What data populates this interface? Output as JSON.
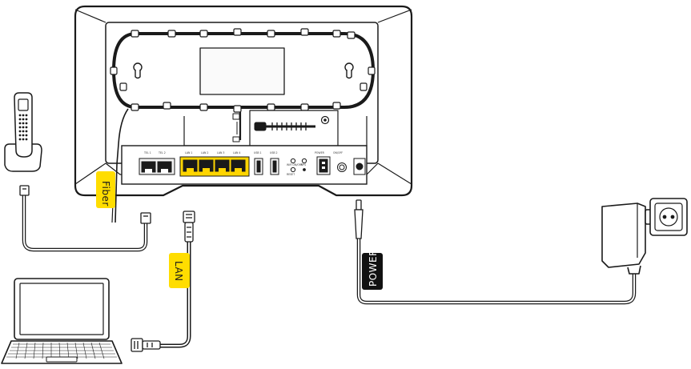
{
  "labels": {
    "fiber": "Fiber",
    "lan": "LAN",
    "power": "POWER"
  },
  "ports": {
    "tel1": "TEL 1",
    "tel2": "TEL 2",
    "lan1": "LAN 1",
    "lan2": "LAN 2",
    "lan3": "LAN 3",
    "lan4": "LAN 4",
    "usb1": "USB 1",
    "usb2": "USB 2",
    "wps": "WPS",
    "wifi": "WiFi ON/OFF",
    "reset": "RESET",
    "onoff": "ON/OFF",
    "power": "POWER"
  },
  "colors": {
    "tag_yellow": "#ffdd00",
    "tag_black": "#111111",
    "lan_port_yellow": "#ffd500",
    "outline": "#1a1a1a"
  },
  "icons": {
    "router": "router-device",
    "phone": "cordless-phone-icon",
    "laptop": "laptop-icon",
    "adapter": "power-adapter-icon",
    "socket": "wall-socket-icon"
  }
}
